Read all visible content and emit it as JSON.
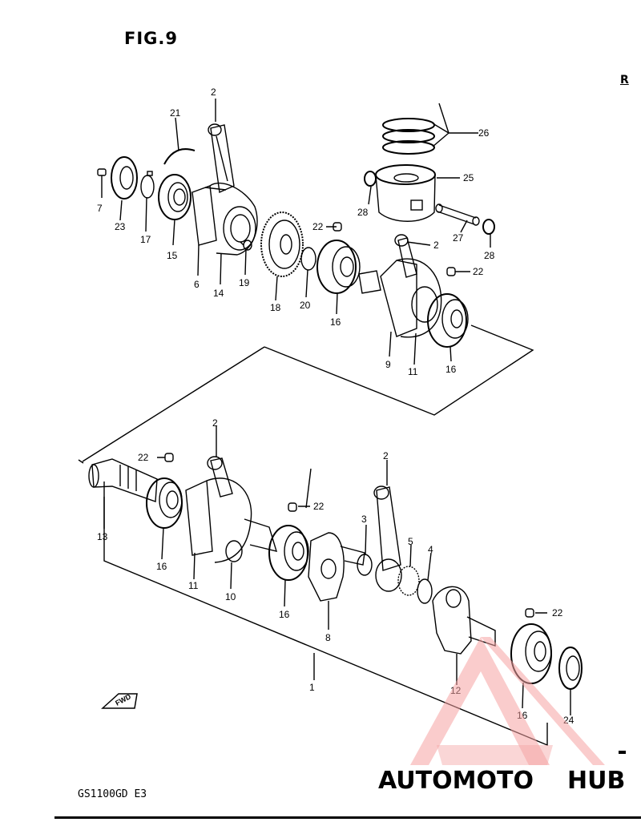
{
  "header": {
    "figure_title": "FIG.9",
    "corner_mark": "R"
  },
  "footer": {
    "model_code": "GS1100GD E3"
  },
  "fwd_arrow_label": "FWD",
  "part_labels": {
    "p1": "1",
    "p2a": "2",
    "p2b": "2",
    "p2c": "2",
    "p2d": "2",
    "p3": "3",
    "p4": "4",
    "p5": "5",
    "p6": "6",
    "p7": "7",
    "p8": "8",
    "p9": "9",
    "p10": "10",
    "p11a": "11",
    "p11b": "11",
    "p12": "12",
    "p13": "13",
    "p14": "14",
    "p15": "15",
    "p16a": "16",
    "p16b": "16",
    "p16c": "16",
    "p16d": "16",
    "p17": "17",
    "p18": "18",
    "p19": "19",
    "p20": "20",
    "p21": "21",
    "p22a": "22",
    "p22b": "22",
    "p22c": "22",
    "p22d": "22",
    "p22e": "22",
    "p23": "23",
    "p24": "24",
    "p25": "25",
    "p26": "26",
    "p27": "27",
    "p28a": "28",
    "p28b": "28"
  },
  "watermark": {
    "text_part1": "AUTOMOTO",
    "text_part2": "HUB",
    "color_primary": "#f5a3a3",
    "color_secondary": "#b9b9b9",
    "color_text1": "#f6c04f"
  }
}
